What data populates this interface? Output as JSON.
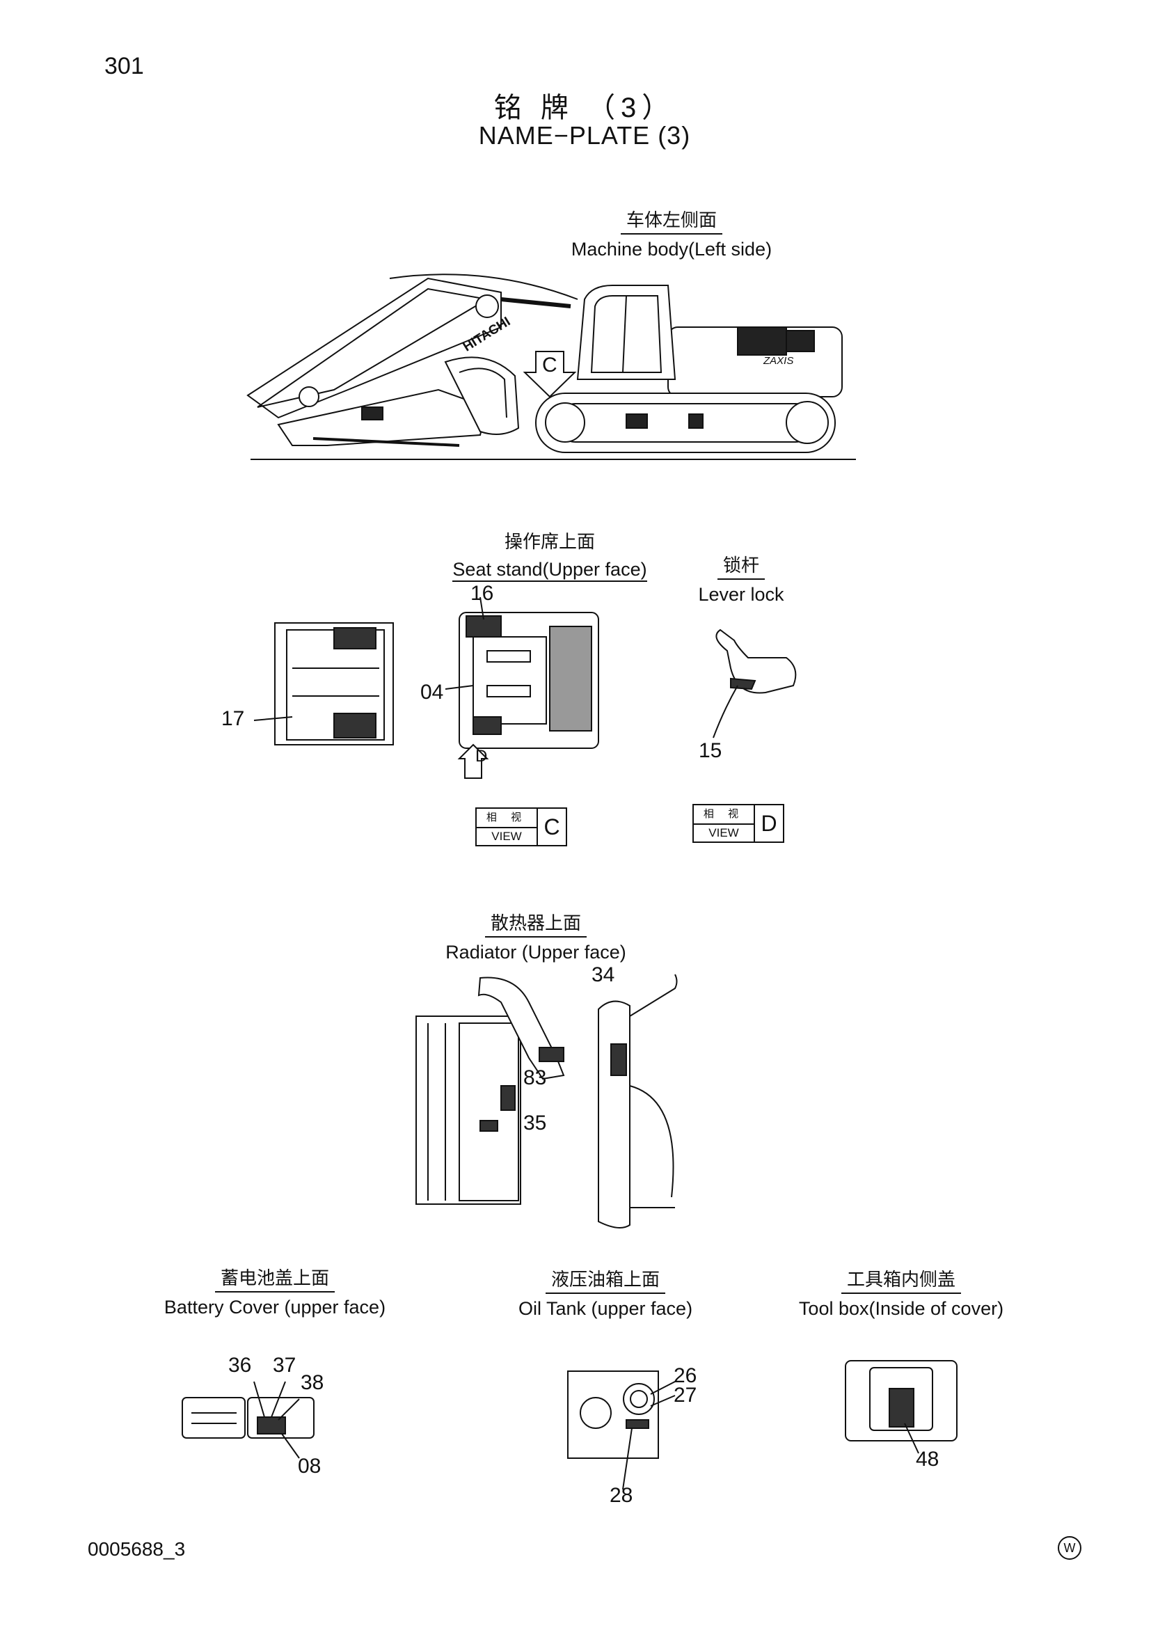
{
  "page_number": "301",
  "title_cn": "铭 牌 （3）",
  "title_en": "NAME−PLATE (3)",
  "machine_body": {
    "cn": "车体左侧面",
    "en": "Machine body(Left side)",
    "view_letter": "C",
    "boom_text": "HITACHI",
    "cab_text": "ZAXIS"
  },
  "seat_stand": {
    "cn": "操作席上面",
    "en": "Seat stand(Upper face)",
    "view_letter": "D"
  },
  "lever_lock": {
    "cn": "锁杆",
    "en": "Lever lock"
  },
  "view_c": {
    "cn": "相 视",
    "en": "VIEW",
    "letter": "C"
  },
  "view_d": {
    "cn": "相 视",
    "en": "VIEW",
    "letter": "D"
  },
  "radiator": {
    "cn": "散热器上面",
    "en": "Radiator (Upper face)"
  },
  "battery_cover": {
    "cn": "蓄电池盖上面",
    "en": "Battery Cover (upper face)"
  },
  "oil_tank": {
    "cn": "液压油箱上面",
    "en": "Oil Tank (upper face)"
  },
  "tool_box": {
    "cn": "工具箱内侧盖",
    "en": "Tool box(Inside of cover)"
  },
  "callouts": {
    "c16": "16",
    "c17": "17",
    "c04": "04",
    "c15": "15",
    "c34": "34",
    "c83": "83",
    "c35": "35",
    "c36": "36",
    "c37": "37",
    "c38": "38",
    "c08": "08",
    "c26": "26",
    "c27": "27",
    "c28": "28",
    "c48": "48"
  },
  "footer": {
    "doc_code": "0005688_3",
    "mark": "W"
  }
}
